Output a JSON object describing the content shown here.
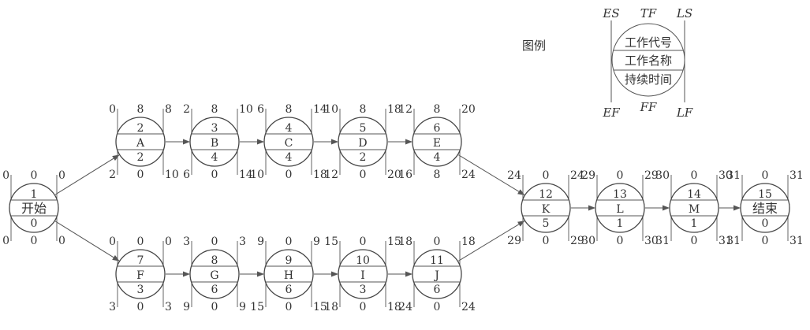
{
  "legend": {
    "title": "图例",
    "top_labels": [
      "ES",
      "TF",
      "LS"
    ],
    "bottom_labels": [
      "EF",
      "FF",
      "LF"
    ],
    "rows": [
      "工作代号",
      "工作名称",
      "持续时间"
    ]
  },
  "nodes": [
    {
      "id": "1",
      "name": "开始",
      "dur": "0",
      "top": [
        "0",
        "0",
        "0"
      ],
      "bottom": [
        "0",
        "0",
        "0"
      ]
    },
    {
      "id": "2",
      "name": "A",
      "dur": "2",
      "top": [
        "0",
        "8",
        "8"
      ],
      "bottom": [
        "2",
        "0",
        "10"
      ]
    },
    {
      "id": "3",
      "name": "B",
      "dur": "4",
      "top": [
        "2",
        "8",
        "10"
      ],
      "bottom": [
        "6",
        "0",
        "14"
      ]
    },
    {
      "id": "4",
      "name": "C",
      "dur": "4",
      "top": [
        "6",
        "8",
        "14"
      ],
      "bottom": [
        "10",
        "0",
        "18"
      ]
    },
    {
      "id": "5",
      "name": "D",
      "dur": "2",
      "top": [
        "10",
        "8",
        "18"
      ],
      "bottom": [
        "12",
        "0",
        "20"
      ]
    },
    {
      "id": "6",
      "name": "E",
      "dur": "4",
      "top": [
        "12",
        "8",
        "20"
      ],
      "bottom": [
        "16",
        "8",
        "24"
      ]
    },
    {
      "id": "7",
      "name": "F",
      "dur": "3",
      "top": [
        "0",
        "0",
        "0"
      ],
      "bottom": [
        "3",
        "0",
        "3"
      ]
    },
    {
      "id": "8",
      "name": "G",
      "dur": "6",
      "top": [
        "3",
        "0",
        "3"
      ],
      "bottom": [
        "9",
        "0",
        "9"
      ]
    },
    {
      "id": "9",
      "name": "H",
      "dur": "6",
      "top": [
        "9",
        "0",
        "9"
      ],
      "bottom": [
        "15",
        "0",
        "15"
      ]
    },
    {
      "id": "10",
      "name": "I",
      "dur": "3",
      "top": [
        "15",
        "0",
        "15"
      ],
      "bottom": [
        "18",
        "0",
        "18"
      ]
    },
    {
      "id": "11",
      "name": "J",
      "dur": "6",
      "top": [
        "18",
        "0",
        "18"
      ],
      "bottom": [
        "24",
        "0",
        "24"
      ]
    },
    {
      "id": "12",
      "name": "K",
      "dur": "5",
      "top": [
        "24",
        "0",
        "24"
      ],
      "bottom": [
        "29",
        "0",
        "29"
      ]
    },
    {
      "id": "13",
      "name": "L",
      "dur": "1",
      "top": [
        "29",
        "0",
        "29"
      ],
      "bottom": [
        "30",
        "0",
        "30"
      ]
    },
    {
      "id": "14",
      "name": "M",
      "dur": "1",
      "top": [
        "30",
        "0",
        "30"
      ],
      "bottom": [
        "31",
        "0",
        "31"
      ]
    },
    {
      "id": "15",
      "name": "结束",
      "dur": "0",
      "top": [
        "31",
        "0",
        "31"
      ],
      "bottom": [
        "31",
        "0",
        "31"
      ]
    }
  ],
  "edges": [
    [
      "1",
      "2"
    ],
    [
      "2",
      "3"
    ],
    [
      "3",
      "4"
    ],
    [
      "4",
      "5"
    ],
    [
      "5",
      "6"
    ],
    [
      "6",
      "12"
    ],
    [
      "1",
      "7"
    ],
    [
      "7",
      "8"
    ],
    [
      "8",
      "9"
    ],
    [
      "9",
      "10"
    ],
    [
      "10",
      "11"
    ],
    [
      "11",
      "12"
    ],
    [
      "12",
      "13"
    ],
    [
      "13",
      "14"
    ],
    [
      "14",
      "15"
    ]
  ]
}
